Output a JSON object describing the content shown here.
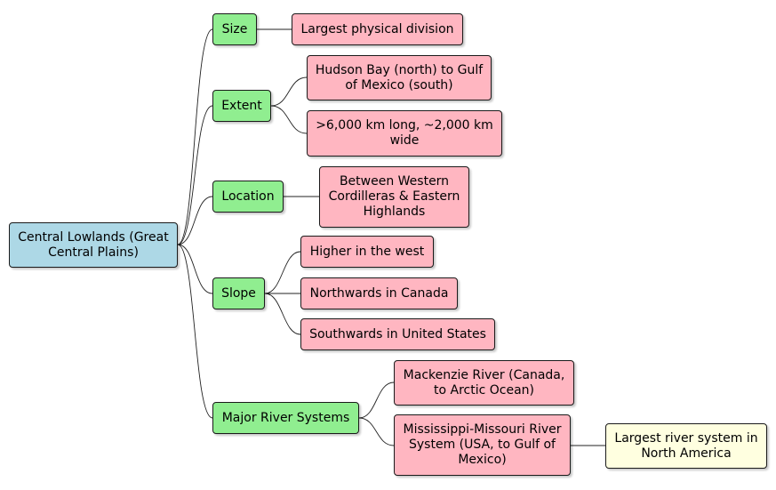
{
  "mindmap": {
    "root": {
      "label": "Central Lowlands (Great Central Plains)",
      "color": "#add8e6"
    },
    "branches": [
      {
        "label": "Size",
        "children": [
          {
            "label": "Largest physical division"
          }
        ]
      },
      {
        "label": "Extent",
        "children": [
          {
            "label": "Hudson Bay (north) to Gulf of Mexico (south)"
          },
          {
            "label": ">6,000 km long, ~2,000 km wide"
          }
        ]
      },
      {
        "label": "Location",
        "children": [
          {
            "label": "Between Western Cordilleras & Eastern Highlands"
          }
        ]
      },
      {
        "label": "Slope",
        "children": [
          {
            "label": "Higher in the west"
          },
          {
            "label": "Northwards in Canada"
          },
          {
            "label": "Southwards in United States"
          }
        ]
      },
      {
        "label": "Major River Systems",
        "children": [
          {
            "label": "Mackenzie River (Canada, to Arctic Ocean)"
          },
          {
            "label": "Mississippi-Missouri River System (USA, to Gulf of Mexico)",
            "children": [
              {
                "label": "Largest river system in North America"
              }
            ]
          }
        ]
      }
    ],
    "colors": {
      "level1": "#90ee90",
      "level2": "#ffb6c1",
      "level3": "#ffffe0"
    }
  }
}
